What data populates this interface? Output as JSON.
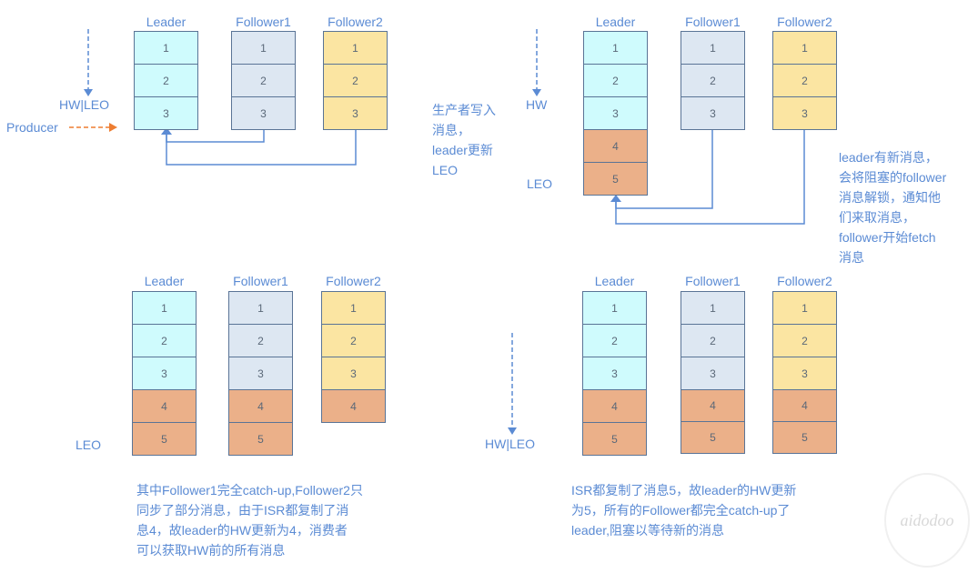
{
  "colors": {
    "leader": "#cffbfd",
    "follower1": "#dde7f2",
    "follower2": "#fbe5a2",
    "new": "#ebb089",
    "accent": "#5b8bd4",
    "producer": "#ed7d31"
  },
  "quadrants": [
    {
      "columns": [
        {
          "label": "Leader",
          "kind": "leader",
          "cells": [
            "1",
            "2",
            "3"
          ]
        },
        {
          "label": "Follower1",
          "kind": "follower1",
          "cells": [
            "1",
            "2",
            "3"
          ]
        },
        {
          "label": "Follower2",
          "kind": "follower2",
          "cells": [
            "1",
            "2",
            "3"
          ]
        }
      ],
      "markers": {
        "hw_leo": "HW|LEO",
        "producer": "Producer"
      }
    },
    {
      "columns": [
        {
          "label": "Leader",
          "kind": "leader",
          "cells": [
            "1",
            "2",
            "3"
          ],
          "new_cells": [
            "4",
            "5"
          ]
        },
        {
          "label": "Follower1",
          "kind": "follower1",
          "cells": [
            "1",
            "2",
            "3"
          ]
        },
        {
          "label": "Follower2",
          "kind": "follower2",
          "cells": [
            "1",
            "2",
            "3"
          ]
        }
      ],
      "markers": {
        "hw": "HW",
        "leo": "LEO"
      },
      "note_left": [
        "生产者写入",
        "消息，",
        "leader更新",
        "LEO"
      ],
      "note_right": [
        "leader有新消息，",
        "会将阻塞的follower",
        "消息解锁，通知他",
        "们来取消息，",
        "follower开始fetch",
        "消息"
      ]
    },
    {
      "columns": [
        {
          "label": "Leader",
          "kind": "leader",
          "cells": [
            "1",
            "2",
            "3"
          ],
          "new_cells": [
            "4",
            "5"
          ]
        },
        {
          "label": "Follower1",
          "kind": "follower1",
          "cells": [
            "1",
            "2",
            "3"
          ],
          "new_cells": [
            "4",
            "5"
          ]
        },
        {
          "label": "Follower2",
          "kind": "follower2",
          "cells": [
            "1",
            "2",
            "3"
          ],
          "new_cells": [
            "4"
          ]
        }
      ],
      "markers": {
        "leo": "LEO"
      },
      "note": [
        "其中Follower1完全catch-up,Follower2只",
        "同步了部分消息，由于ISR都复制了消",
        "息4，故leader的HW更新为4，消费者",
        "可以获取HW前的所有消息"
      ]
    },
    {
      "columns": [
        {
          "label": "Leader",
          "kind": "leader",
          "cells": [
            "1",
            "2",
            "3"
          ],
          "new_cells": [
            "4",
            "5"
          ]
        },
        {
          "label": "Follower1",
          "kind": "follower1",
          "cells": [
            "1",
            "2",
            "3"
          ],
          "new_cells": [
            "4",
            "5"
          ]
        },
        {
          "label": "Follower2",
          "kind": "follower2",
          "cells": [
            "1",
            "2",
            "3"
          ],
          "new_cells": [
            "4",
            "5"
          ]
        }
      ],
      "markers": {
        "hw_leo": "HW|LEO"
      },
      "note": [
        "ISR都复制了消息5，故leader的HW更新",
        "为5，所有的Follower都完全catch-up了",
        "leader,阻塞以等待新的消息"
      ]
    }
  ],
  "watermark": "aidodoo"
}
